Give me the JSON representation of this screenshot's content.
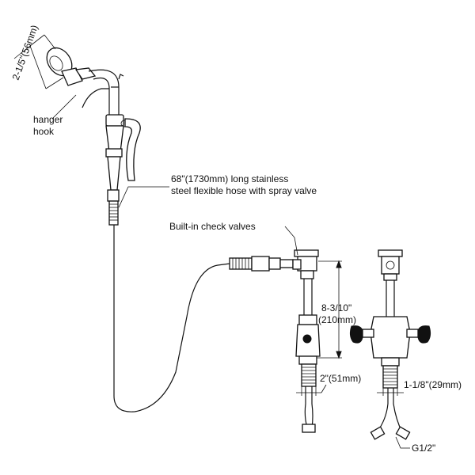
{
  "labels": {
    "shower_height": "2-1/5\"(56mm)",
    "hanger_hook_line1": "hanger",
    "hanger_hook_line2": "hook",
    "hose_line1": "68\"(1730mm) long stainless",
    "hose_line2": "steel flexible hose with spray valve",
    "check_valves": "Built-in check valves",
    "height_line1": "8-3/10\"",
    "height_line2": "(210mm)",
    "shank_width": "2\"(51mm)",
    "shank_width_front": "1-1/8\"(29mm)",
    "thread": "G1/2\""
  },
  "colors": {
    "line": "#111111",
    "background": "#ffffff"
  }
}
